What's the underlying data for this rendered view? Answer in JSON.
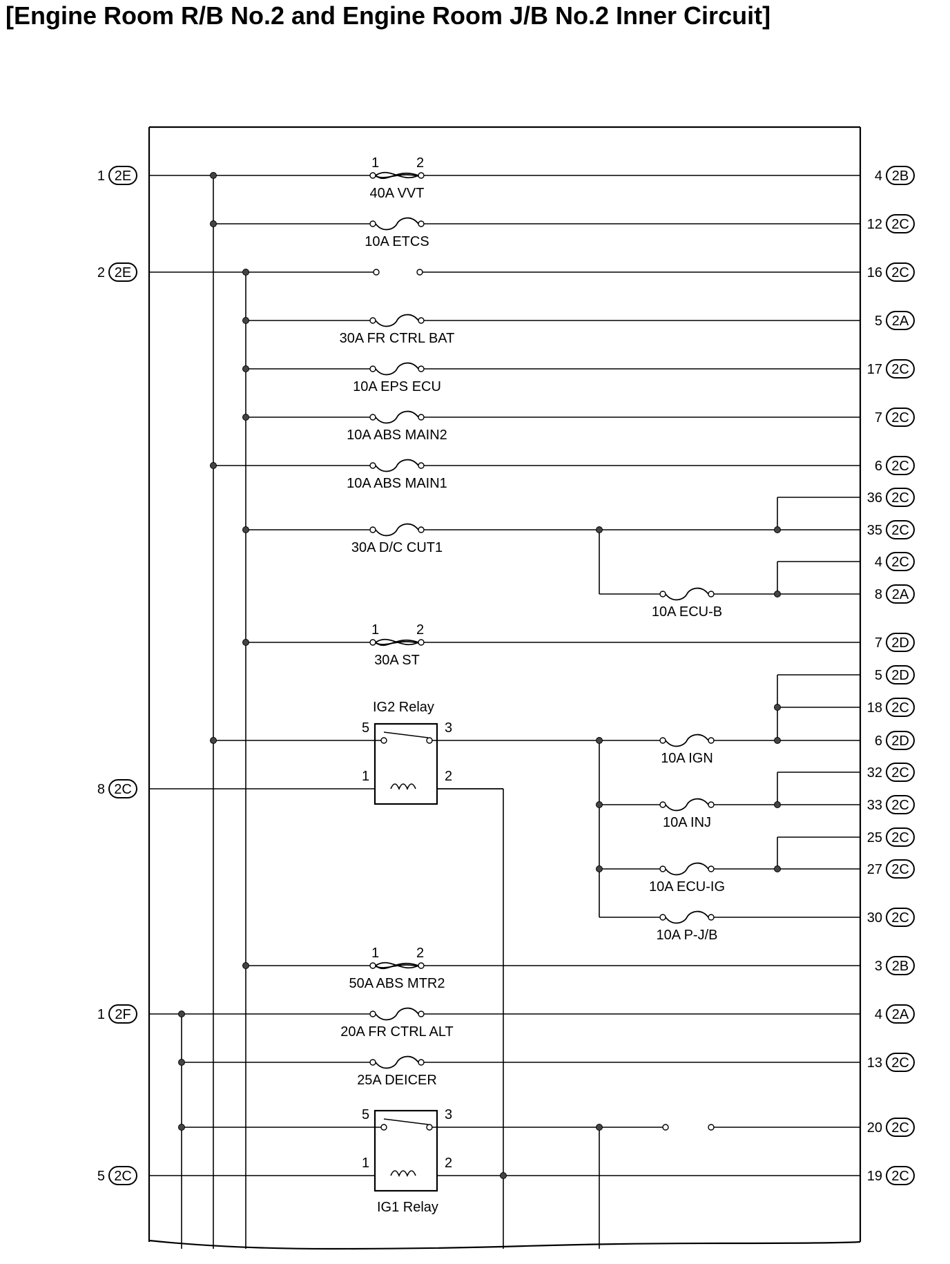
{
  "title": "[Engine Room R/B No.2 and Engine Room J/B No.2 Inner Circuit]",
  "left_connectors": [
    {
      "pin": "1",
      "conn": "2E"
    },
    {
      "pin": "2",
      "conn": "2E"
    },
    {
      "pin": "8",
      "conn": "2C"
    },
    {
      "pin": "1",
      "conn": "2F"
    },
    {
      "pin": "5",
      "conn": "2C"
    }
  ],
  "right_connectors": [
    {
      "pin": "4",
      "conn": "2B"
    },
    {
      "pin": "12",
      "conn": "2C"
    },
    {
      "pin": "16",
      "conn": "2C"
    },
    {
      "pin": "5",
      "conn": "2A"
    },
    {
      "pin": "17",
      "conn": "2C"
    },
    {
      "pin": "7",
      "conn": "2C"
    },
    {
      "pin": "6",
      "conn": "2C"
    },
    {
      "pin": "36",
      "conn": "2C"
    },
    {
      "pin": "35",
      "conn": "2C"
    },
    {
      "pin": "4",
      "conn": "2C"
    },
    {
      "pin": "8",
      "conn": "2A"
    },
    {
      "pin": "7",
      "conn": "2D"
    },
    {
      "pin": "5",
      "conn": "2D"
    },
    {
      "pin": "18",
      "conn": "2C"
    },
    {
      "pin": "6",
      "conn": "2D"
    },
    {
      "pin": "32",
      "conn": "2C"
    },
    {
      "pin": "33",
      "conn": "2C"
    },
    {
      "pin": "25",
      "conn": "2C"
    },
    {
      "pin": "27",
      "conn": "2C"
    },
    {
      "pin": "30",
      "conn": "2C"
    },
    {
      "pin": "3",
      "conn": "2B"
    },
    {
      "pin": "4",
      "conn": "2A"
    },
    {
      "pin": "13",
      "conn": "2C"
    },
    {
      "pin": "20",
      "conn": "2C"
    },
    {
      "pin": "19",
      "conn": "2C"
    }
  ],
  "fuses": [
    {
      "label": "40A VVT",
      "fusible": true,
      "pin1": "1",
      "pin2": "2"
    },
    {
      "label": "10A ETCS"
    },
    {
      "label": "30A FR CTRL BAT"
    },
    {
      "label": "10A EPS ECU"
    },
    {
      "label": "10A ABS MAIN2"
    },
    {
      "label": "10A ABS MAIN1"
    },
    {
      "label": "30A D/C CUT1"
    },
    {
      "label": "10A ECU-B"
    },
    {
      "label": "30A ST",
      "fusible": true,
      "pin1": "1",
      "pin2": "2"
    },
    {
      "label": "10A IGN"
    },
    {
      "label": "10A INJ"
    },
    {
      "label": "10A ECU-IG"
    },
    {
      "label": "10A P-J/B"
    },
    {
      "label": "50A ABS MTR2",
      "fusible": true,
      "pin1": "1",
      "pin2": "2"
    },
    {
      "label": "20A FR CTRL ALT"
    },
    {
      "label": "25A DEICER"
    }
  ],
  "relays": [
    {
      "name": "IG2 Relay",
      "pins": [
        "5",
        "3",
        "1",
        "2"
      ]
    },
    {
      "name": "IG1 Relay",
      "pins": [
        "5",
        "3",
        "1",
        "2"
      ]
    }
  ]
}
